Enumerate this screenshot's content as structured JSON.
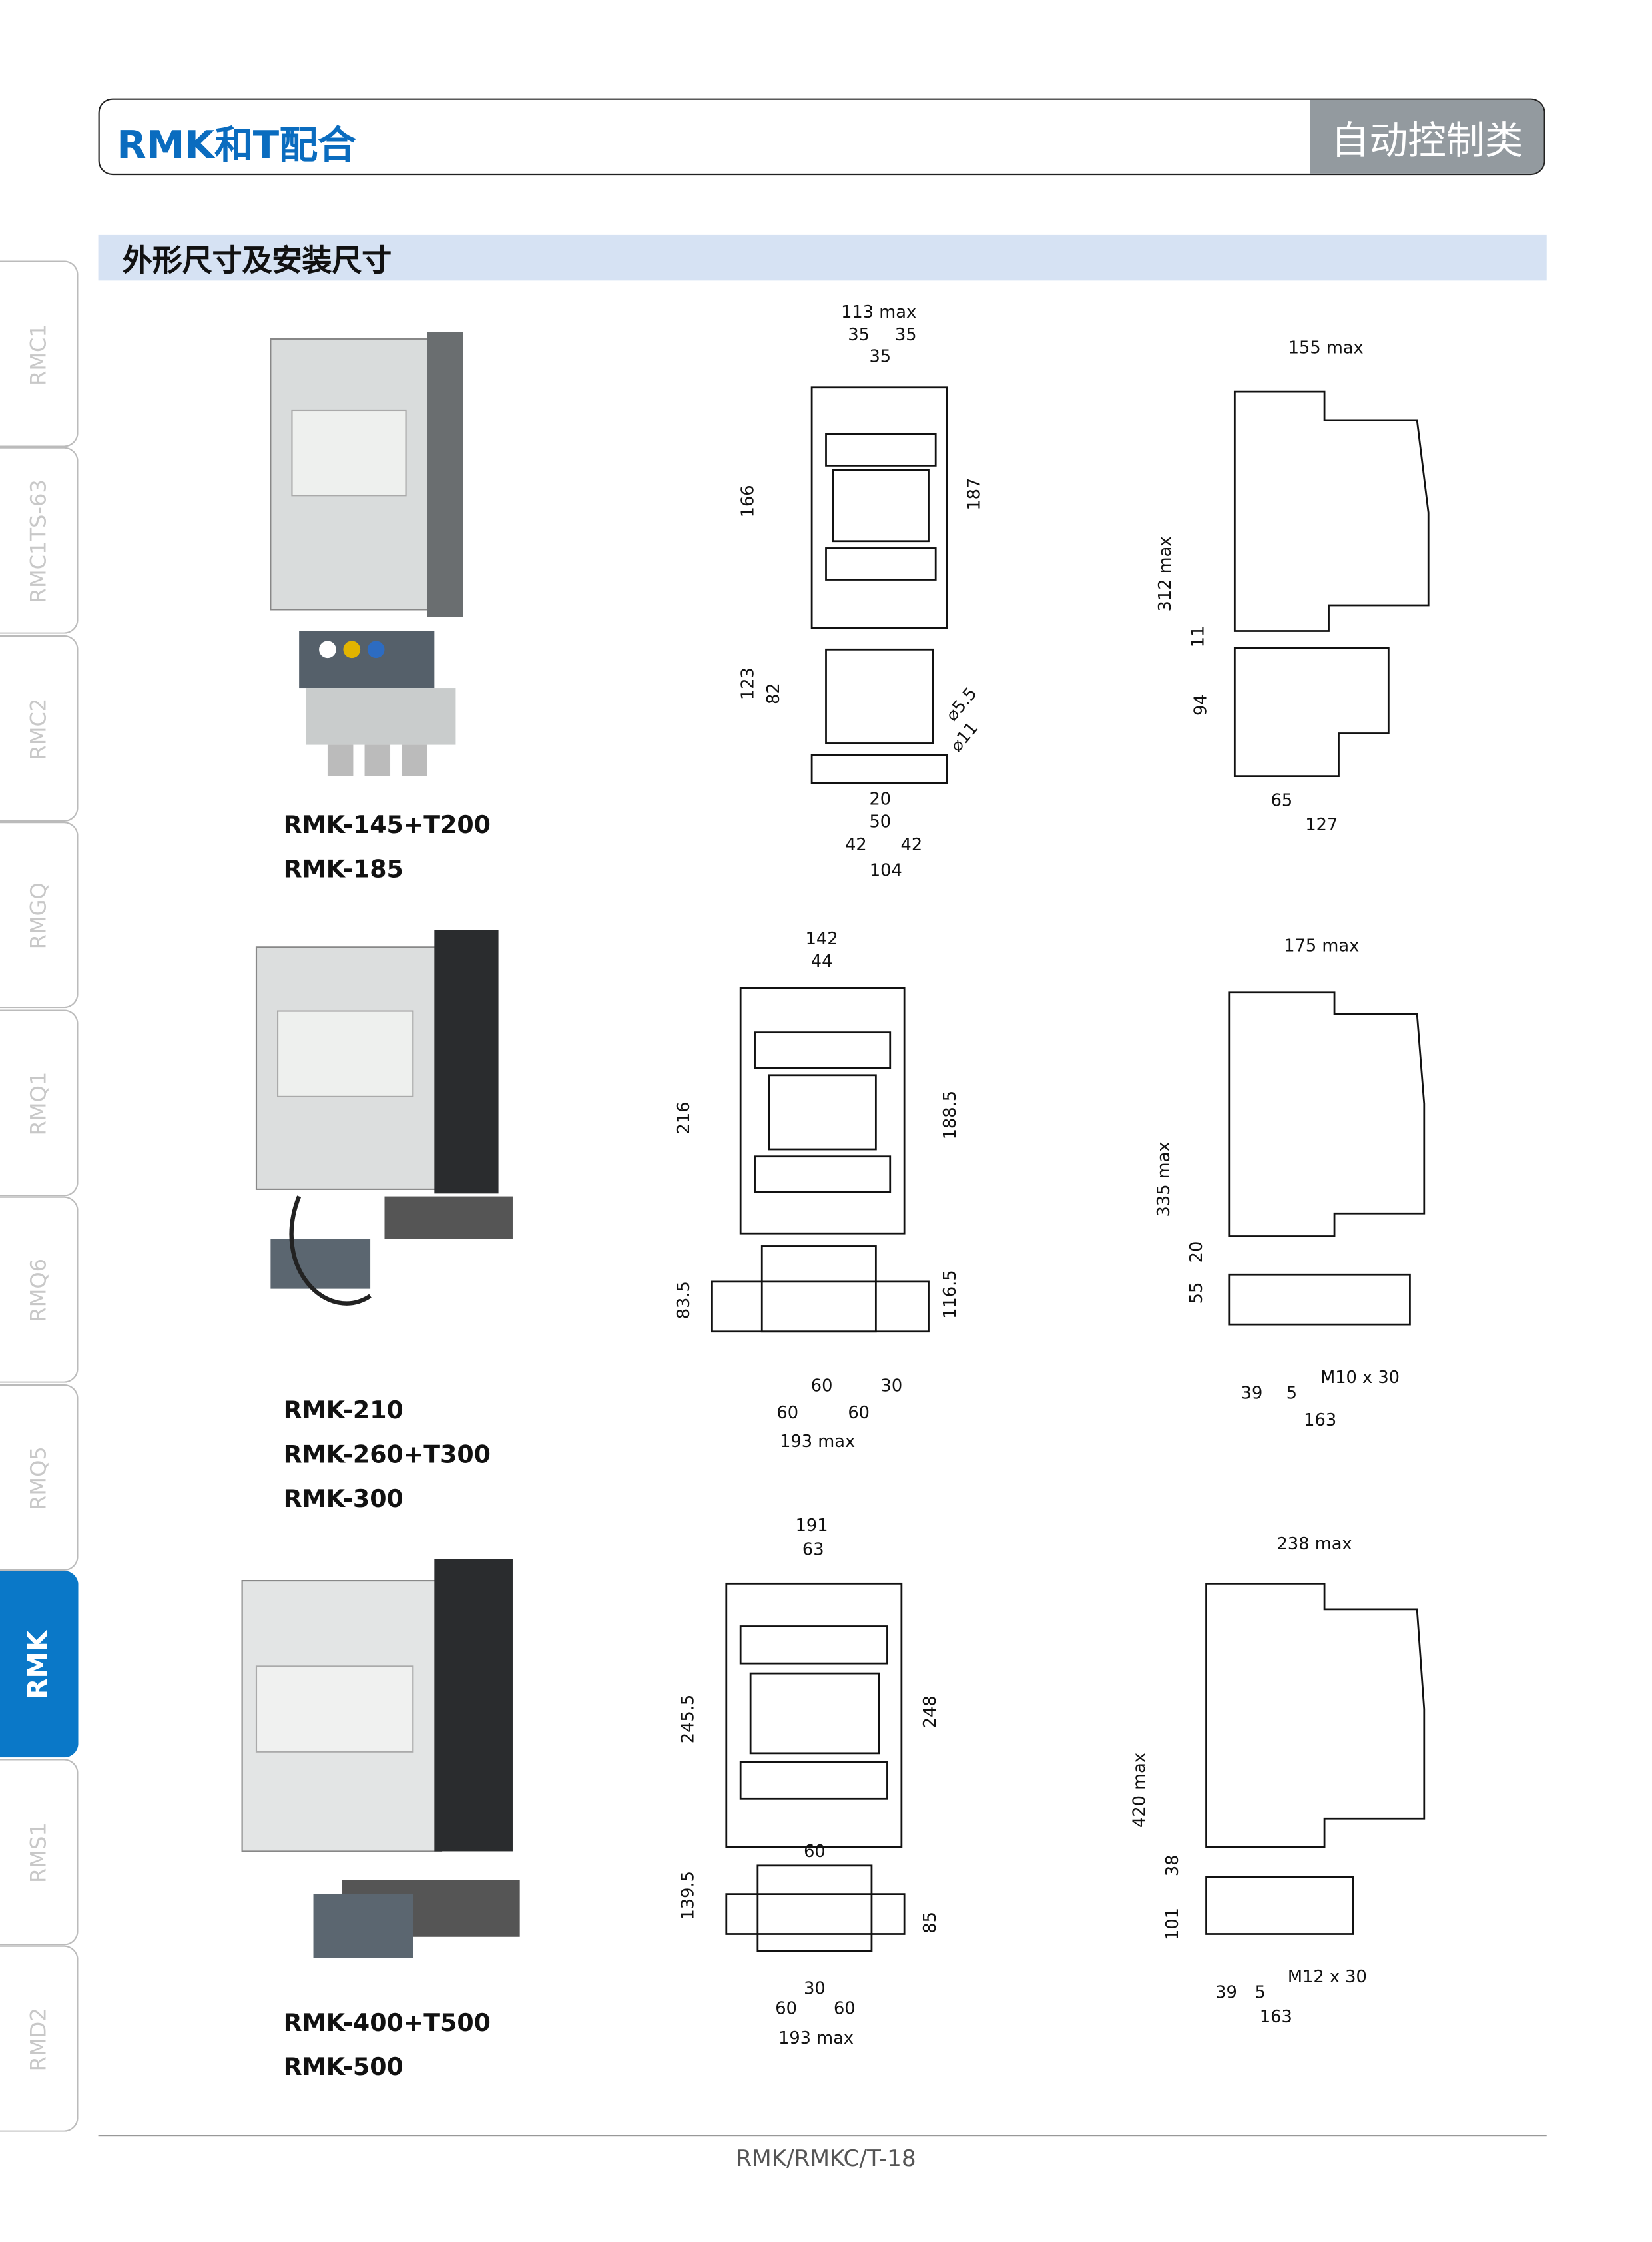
{
  "header": {
    "title": "RMK和T配合",
    "category": "自动控制类"
  },
  "section": {
    "title": "外形尺寸及安装尺寸"
  },
  "sidebar": {
    "tabs": [
      "RMC1",
      "RMC1TS-63",
      "RMC2",
      "RMGQ",
      "RMQ1",
      "RMQ6",
      "RMQ5",
      "RMK",
      "RMS1",
      "RMD2"
    ],
    "active": "RMK"
  },
  "rows": [
    {
      "models": [
        "RMK-145+T200",
        "RMK-185"
      ],
      "front_dims": [
        "113 max",
        "35",
        "35",
        "35",
        "166",
        "187",
        "123",
        "82",
        "⌀5.5",
        "⌀11",
        "20",
        "50",
        "42",
        "42",
        "104"
      ],
      "side_dims": [
        "155 max",
        "312 max",
        "11",
        "94",
        "65",
        "127"
      ]
    },
    {
      "models": [
        "RMK-210",
        "RMK-260+T300",
        "RMK-300"
      ],
      "front_dims": [
        "142",
        "44",
        "216",
        "188.5",
        "83.5",
        "116.5",
        "60",
        "30",
        "60",
        "60",
        "193 max"
      ],
      "side_dims": [
        "175 max",
        "335 max",
        "20",
        "55",
        "M10 x 30",
        "39",
        "5",
        "163"
      ]
    },
    {
      "models": [
        "RMK-400+T500",
        "RMK-500"
      ],
      "front_dims": [
        "191",
        "63",
        "245.5",
        "248",
        "139.5",
        "85",
        "60",
        "30",
        "60",
        "60",
        "193 max"
      ],
      "side_dims": [
        "238 max",
        "420 max",
        "38",
        "101",
        "M12 x 30",
        "39",
        "5",
        "163"
      ]
    }
  ],
  "footer": {
    "page": "RMK/RMKC/T-18"
  },
  "colors": {
    "brand": "#0a6cbf",
    "active_tab": "#0a78c8",
    "band": "#d6e2f3",
    "category_bg": "#939a9f"
  }
}
